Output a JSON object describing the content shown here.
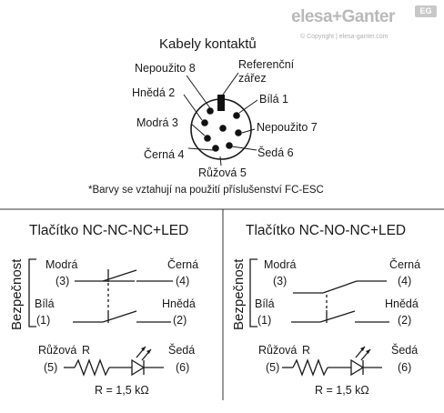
{
  "brand": {
    "logo": "elesa+Ganter",
    "badge": "EG",
    "copyright": "© Copyright | elesa-ganter.com"
  },
  "connector": {
    "title": "Kabely kontaktů",
    "pins": {
      "p8": "Nepoužito 8",
      "ref": "Referenční",
      "ref2": "zářez",
      "p2": "Hnědá 2",
      "p1": "Bílá 1",
      "p3": "Modrá 3",
      "p7": "Nepoužito 7",
      "p4": "Černá 4",
      "p6": "Šedá 6",
      "p5": "Růžová 5"
    },
    "note": "*Barvy se vztahují na použití příslušenství FC-ESC"
  },
  "panels": [
    {
      "title": "Tlačítko NC-NC-NC+LED",
      "vertical": "Bezpečnost",
      "modra": "Modrá",
      "modra_num": "(3)",
      "cerna": "Černá",
      "cerna_num": "(4)",
      "bila": "Bílá",
      "bila_num": "(1)",
      "hneda": "Hnědá",
      "hneda_num": "(2)",
      "ruzova": "Růžová",
      "ruzova_num": "(5)",
      "r": "R",
      "seda": "Šedá",
      "seda_num": "(6)",
      "resistor": "R = 1,5 kΩ"
    },
    {
      "title": "Tlačítko NC-NO-NC+LED",
      "vertical": "Bezpečnost",
      "modra": "Modrá",
      "modra_num": "(3)",
      "cerna": "Černá",
      "cerna_num": "(4)",
      "bila": "Bílá",
      "bila_num": "(1)",
      "hneda": "Hnědá",
      "hneda_num": "(2)",
      "ruzova": "Růžová",
      "ruzova_num": "(5)",
      "r": "R",
      "seda": "Šedá",
      "seda_num": "(6)",
      "resistor": "R = 1,5 kΩ"
    }
  ]
}
